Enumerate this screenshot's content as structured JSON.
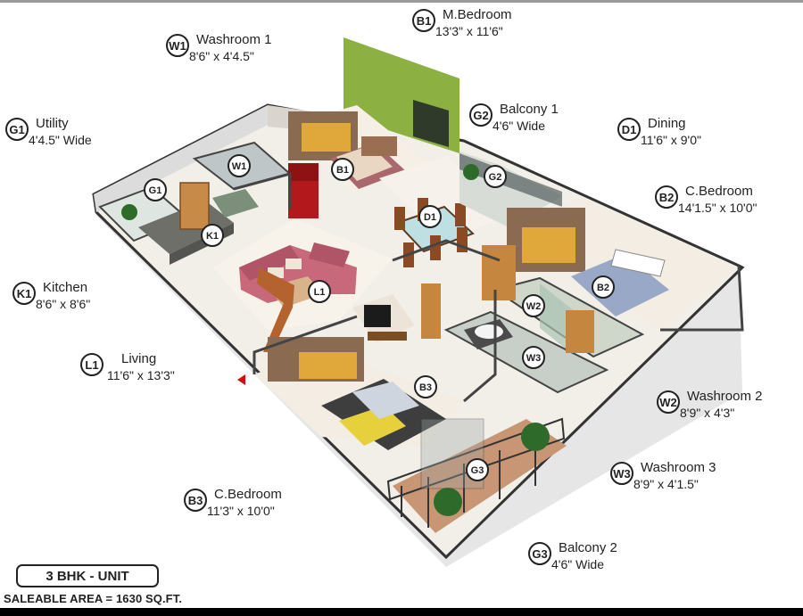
{
  "unit": {
    "type": "3 BHK - UNIT",
    "saleable_area": "SALEABLE AREA = 1630 SQ.FT."
  },
  "rooms": [
    {
      "code": "B1",
      "name": "M.Bedroom",
      "size": "13'3\" x 11'6\""
    },
    {
      "code": "W1",
      "name": "Washroom 1",
      "size": "8'6\" x 4'4.5\""
    },
    {
      "code": "G1",
      "name": "Utility",
      "size": "4'4.5\" Wide"
    },
    {
      "code": "G2",
      "name": "Balcony 1",
      "size": "4'6\" Wide"
    },
    {
      "code": "D1",
      "name": "Dining",
      "size": "11'6\" x 9'0\""
    },
    {
      "code": "B2",
      "name": "C.Bedroom",
      "size": "14'1.5\" x 10'0\""
    },
    {
      "code": "K1",
      "name": "Kitchen",
      "size": "8'6\" x 8'6\""
    },
    {
      "code": "L1",
      "name": "Living",
      "size": "11'6\" x 13'3\""
    },
    {
      "code": "W2",
      "name": "Washroom 2",
      "size": "8'9\" x 4'3\""
    },
    {
      "code": "W3",
      "name": "Washroom 3",
      "size": "8'9\" x 4'1.5\""
    },
    {
      "code": "B3",
      "name": "C.Bedroom",
      "size": "11'3\" x 10'0\""
    },
    {
      "code": "G3",
      "name": "Balcony 2",
      "size": "4'6\" Wide"
    }
  ],
  "colors": {
    "accent_wall": "#8db043",
    "floor": "#f3ede4",
    "wood": "#b77a3c",
    "sofa": "#c7687b",
    "fridge": "#b3191c",
    "marker": "#d01010"
  }
}
